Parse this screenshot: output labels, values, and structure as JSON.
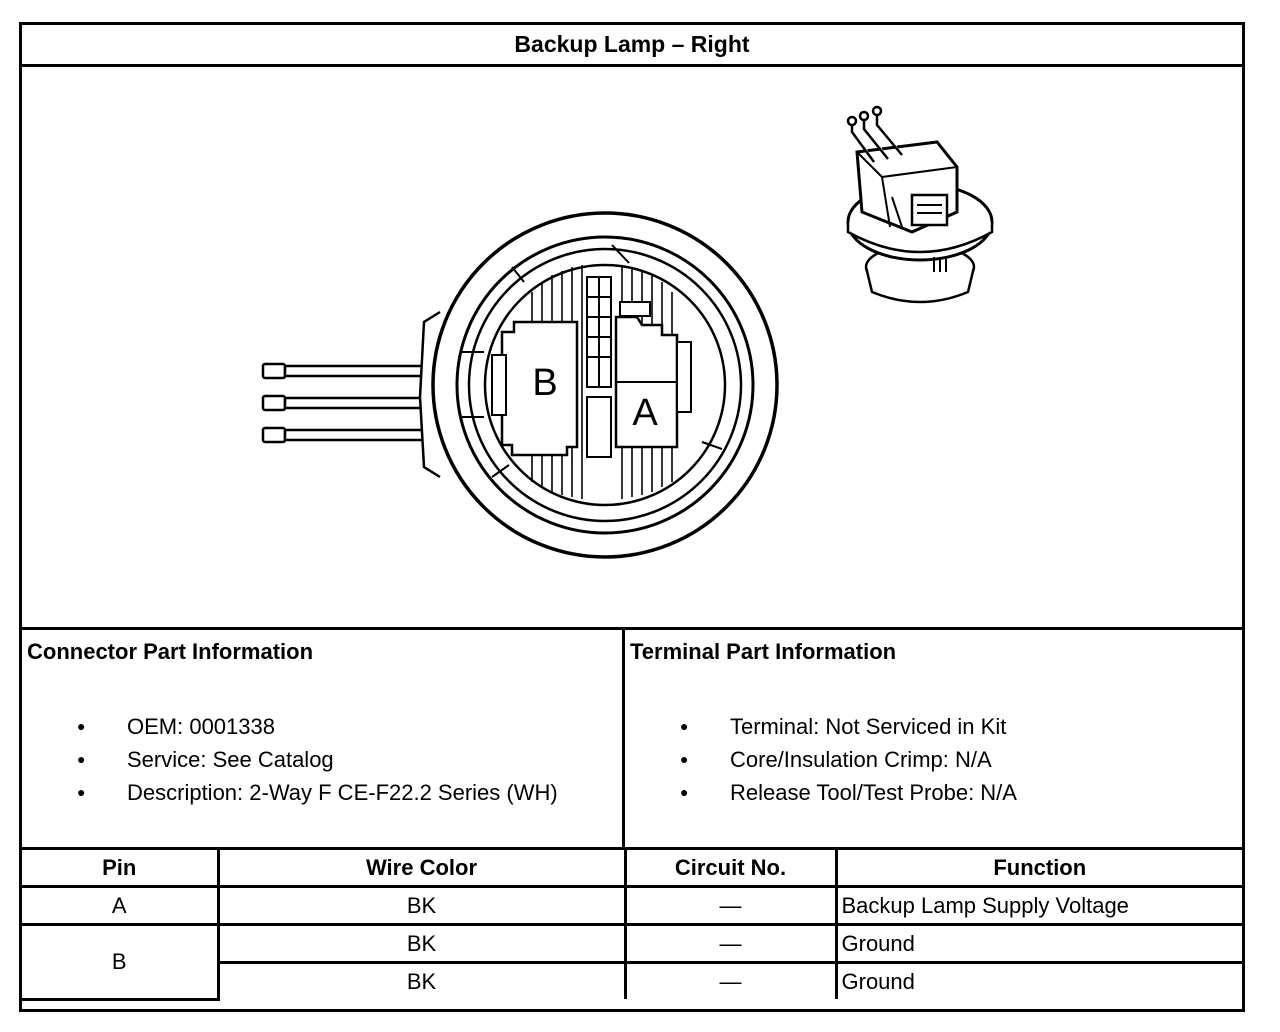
{
  "title": "Backup Lamp – Right",
  "diagram": {
    "cavity_labels": [
      "B",
      "A"
    ]
  },
  "connector_info": {
    "heading": "Connector Part Information",
    "items": [
      "OEM: 0001338",
      "Service: See Catalog",
      "Description: 2-Way F CE-F22.2 Series (WH)"
    ]
  },
  "terminal_info": {
    "heading": "Terminal Part Information",
    "items": [
      "Terminal: Not Serviced in Kit",
      "Core/Insulation Crimp: N/A",
      "Release Tool/Test Probe: N/A"
    ]
  },
  "pin_table": {
    "headers": [
      "Pin",
      "Wire Color",
      "Circuit No.",
      "Function"
    ],
    "rows": [
      {
        "pin": "A",
        "wire_color": "BK",
        "circuit": "—",
        "function": "Backup Lamp Supply Voltage"
      },
      {
        "pin": "B",
        "wire_color": "BK",
        "circuit": "—",
        "function": "Ground"
      },
      {
        "pin": "",
        "wire_color": "BK",
        "circuit": "—",
        "function": "Ground"
      }
    ]
  }
}
